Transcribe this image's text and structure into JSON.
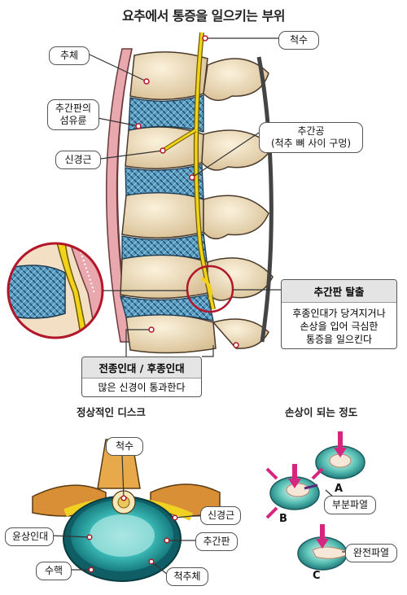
{
  "title": "요추에서 통증을 일으키는 부위",
  "labels": {
    "spinal_cord": "척수",
    "vertebral_body": "추체",
    "annulus": "추간판의\n섬유륜",
    "nerve_root": "신경근",
    "foramen": "추간공\n(척추 뼈 사이 구멍)"
  },
  "herniation_box": {
    "heading": "추간판 탈출",
    "body": "후종인대가 당겨지거나\n손상을 입어 극심한\n통증을 일으킨다"
  },
  "ligament_box": {
    "heading": "전종인대 / 후종인대",
    "body": "많은 신경이 통과한다"
  },
  "normal_disc": {
    "subtitle": "정상적인 디스크",
    "labels": {
      "spinal_cord": "척수",
      "nerve_root": "신경근",
      "annular_ligament": "윤상인대",
      "disc": "추간판",
      "nucleus": "수핵",
      "vertebral_body": "척추체"
    }
  },
  "damage": {
    "subtitle": "손상이 되는 정도",
    "letters": [
      "A",
      "B",
      "C"
    ],
    "labels": {
      "partial": "부분파열",
      "complete": "완전파열"
    }
  }
}
